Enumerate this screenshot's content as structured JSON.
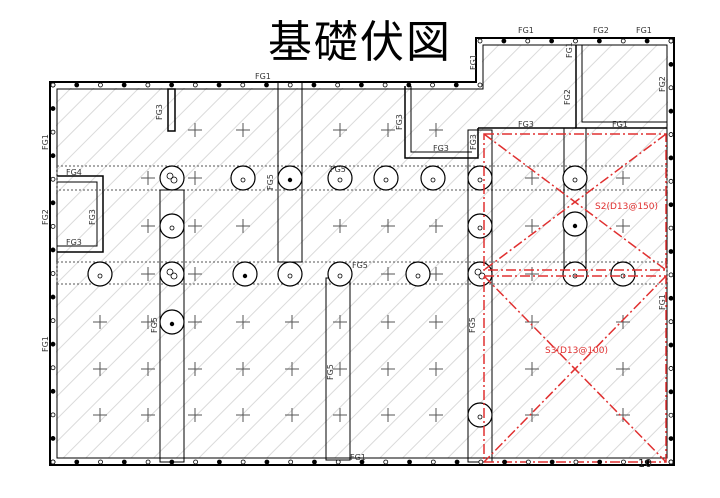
{
  "title": "基礎伏図",
  "page_number": "10",
  "beam_labels": {
    "fg1": "FG1",
    "fg2": "FG2",
    "fg3": "FG3",
    "fg4": "FG4",
    "fg5": "FG5"
  },
  "slab_labels": {
    "s2": "S2(D13@150)",
    "s3": "S3(D13@100)"
  },
  "colors": {
    "line": "#000000",
    "hatch": "#d8d8d8",
    "slab": "#e03030"
  }
}
